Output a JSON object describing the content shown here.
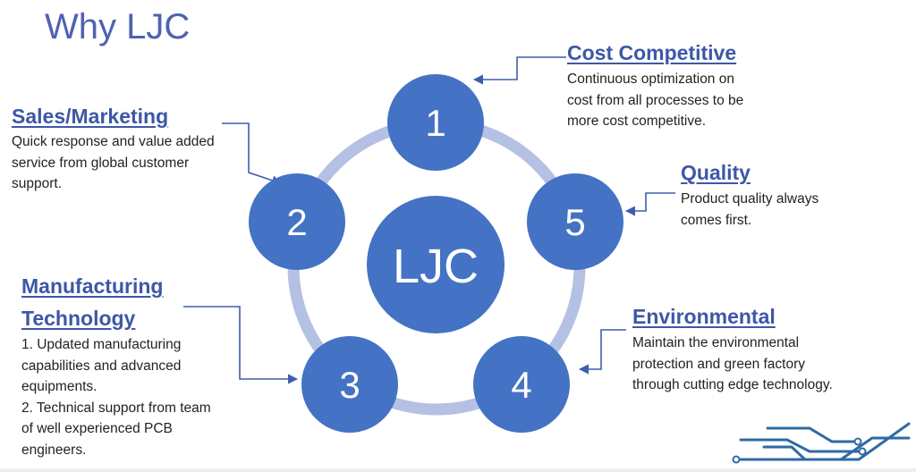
{
  "title": "Why LJC",
  "center_label": "LJC",
  "colors": {
    "circle_fill": "#4472c4",
    "ring": "#b4c1e4",
    "connector": "#3f5daf",
    "heading": "#3d57a7",
    "title": "#4f62b0",
    "circuit": "#2e6aa5"
  },
  "nodes": [
    {
      "number": "1",
      "heading": "Cost Competitive",
      "lines": [
        "Continuous optimization on",
        "cost from all processes to be",
        "more cost competitive."
      ]
    },
    {
      "number": "2",
      "heading": "Sales/Marketing",
      "lines": [
        "Quick response and value added",
        "service from global customer",
        "support."
      ]
    },
    {
      "number": "3",
      "heading_lines": [
        "Manufacturing",
        "Technology"
      ],
      "lines": [
        "1. Updated manufacturing",
        "capabilities and advanced",
        "equipments.",
        "2. Technical support from team",
        "of well experienced PCB",
        "engineers."
      ]
    },
    {
      "number": "4",
      "heading": "Environmental",
      "lines": [
        "Maintain the environmental",
        "protection and green factory",
        "through cutting edge technology."
      ]
    },
    {
      "number": "5",
      "heading": "Quality",
      "lines": [
        "Product quality always",
        "comes first."
      ]
    }
  ],
  "decoration": "circuit-trace-graphic"
}
